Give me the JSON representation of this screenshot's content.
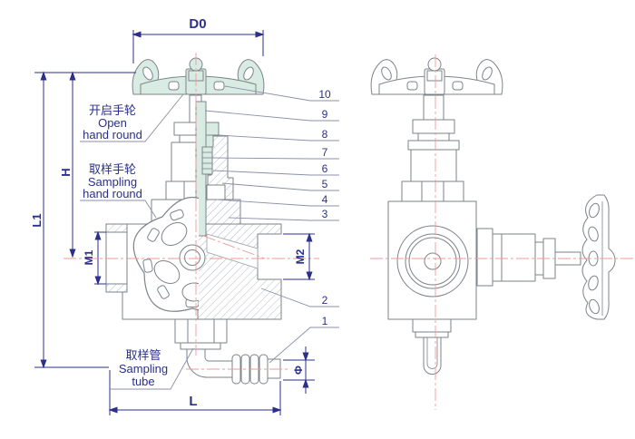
{
  "drawing": {
    "colors": {
      "line": "#7d838a",
      "dimension": "#2b3088",
      "centerline": "#ef9a9a",
      "highlight": "#d9ece3",
      "hatch": "#b3bac0",
      "background": "#ffffff"
    },
    "dimension_labels": {
      "d0": "D0",
      "l1": "L1",
      "h": "H",
      "m1": "M1",
      "m2": "M2",
      "l": "L",
      "phi": "Φ"
    },
    "part_callouts": [
      "1",
      "2",
      "3",
      "4",
      "5",
      "6",
      "7",
      "8",
      "9",
      "10"
    ],
    "annotations": {
      "open_handwheel": {
        "cn": "开启手轮",
        "en_line1": "Open",
        "en_line2": "hand round"
      },
      "sampling_handwheel": {
        "cn": "取样手轮",
        "en_line1": "Sampling",
        "en_line2": "hand round"
      },
      "sampling_tube": {
        "cn": "取样管",
        "en_line1": "Sampling",
        "en_line2": "tube"
      }
    }
  }
}
